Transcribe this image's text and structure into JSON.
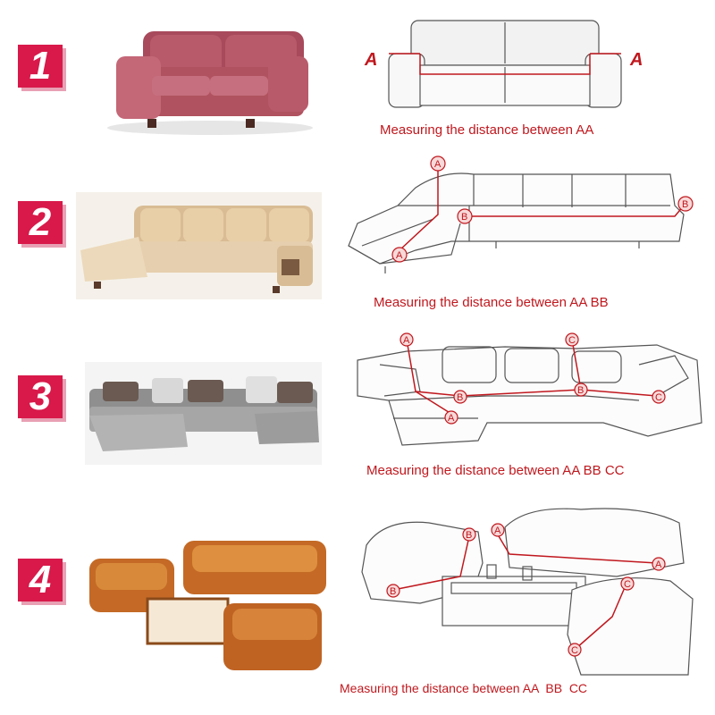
{
  "rows": [
    {
      "number": "1",
      "caption": "Measuring the distance between AA",
      "points": [
        "A",
        "A"
      ]
    },
    {
      "number": "2",
      "caption": "Measuring the distance between AA BB",
      "points": [
        "A",
        "A",
        "B",
        "B"
      ]
    },
    {
      "number": "3",
      "caption": "Measuring the distance between AA BB CC",
      "points": [
        "A",
        "A",
        "B",
        "B",
        "C",
        "C"
      ]
    },
    {
      "number": "4",
      "caption": "Measuring the distance between AA  BB  CC",
      "points": [
        "A",
        "A",
        "B",
        "B",
        "C",
        "C"
      ]
    }
  ],
  "colors": {
    "badge": "#d8194a",
    "accent": "#c0181e",
    "sofa1": "#b8596a",
    "sofa2": "#e6cfae",
    "sofa3": "#9a9a9a",
    "sofa4": "#c46a26"
  }
}
